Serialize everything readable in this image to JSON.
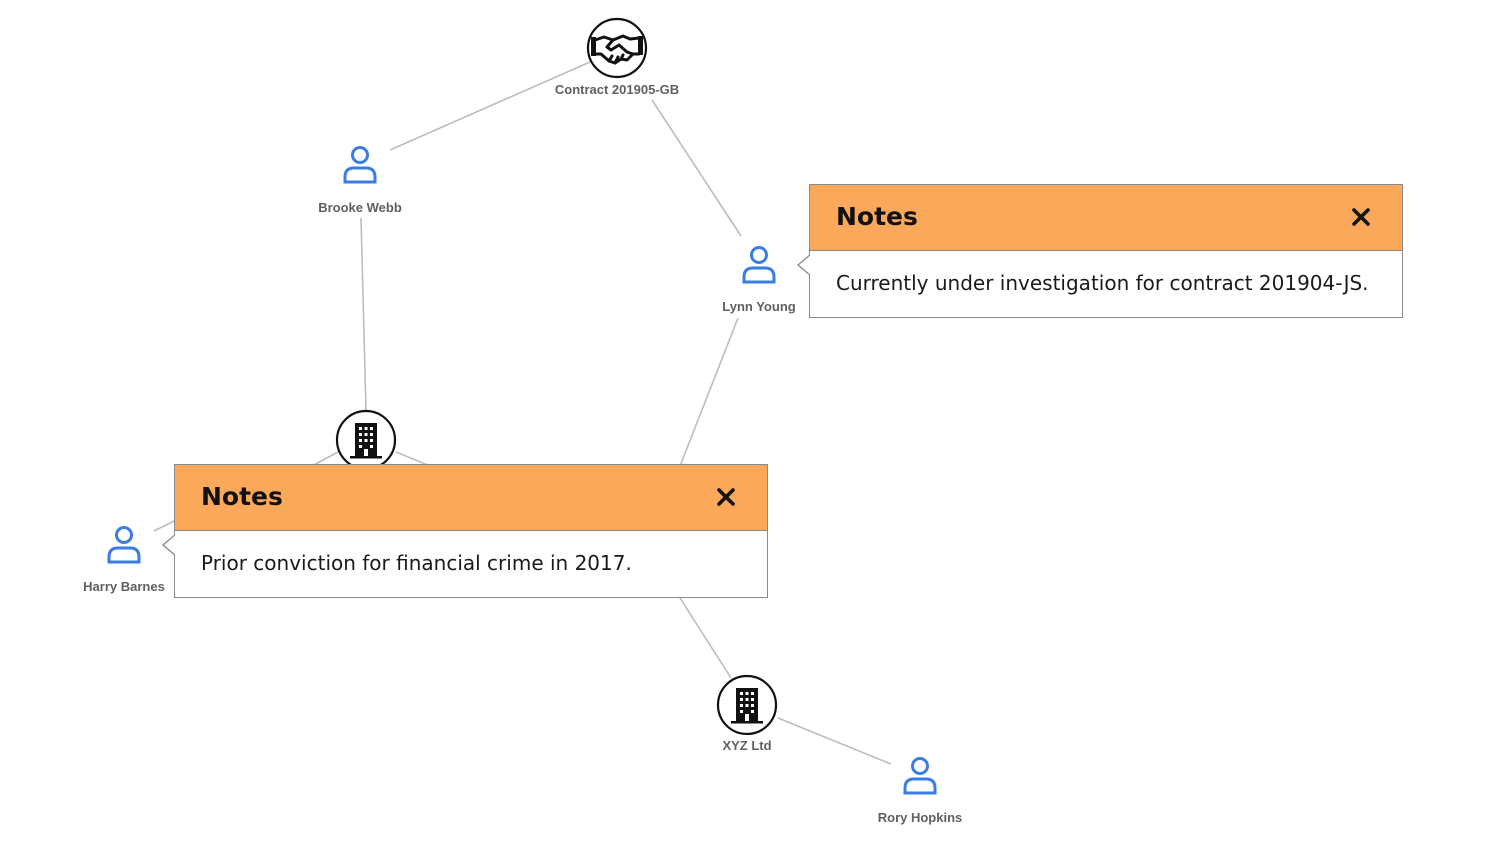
{
  "nodes": {
    "contract": {
      "label": "Contract 201905-GB",
      "icon": "handshake-icon"
    },
    "brooke": {
      "label": "Brooke Webb",
      "icon": "person-icon"
    },
    "lynn": {
      "label": "Lynn Young",
      "icon": "person-icon"
    },
    "company_hidden": {
      "label": "",
      "icon": "building-icon"
    },
    "harry": {
      "label": "Harry Barnes",
      "icon": "person-icon"
    },
    "xyz": {
      "label": "XYZ Ltd",
      "icon": "building-icon"
    },
    "rory": {
      "label": "Rory Hopkins",
      "icon": "person-icon"
    }
  },
  "popups": {
    "lynn_notes": {
      "title": "Notes",
      "text": "Currently under investigation for contract 201904-JS.",
      "close_icon": "close-icon"
    },
    "harry_notes": {
      "title": "Notes",
      "text": "Prior conviction for financial crime in 2017.",
      "close_icon": "close-icon"
    }
  },
  "colors": {
    "popup_header": "#fca85a",
    "person_icon": "#3b7de0",
    "edge": "#bdbdbd",
    "label": "#606060"
  }
}
